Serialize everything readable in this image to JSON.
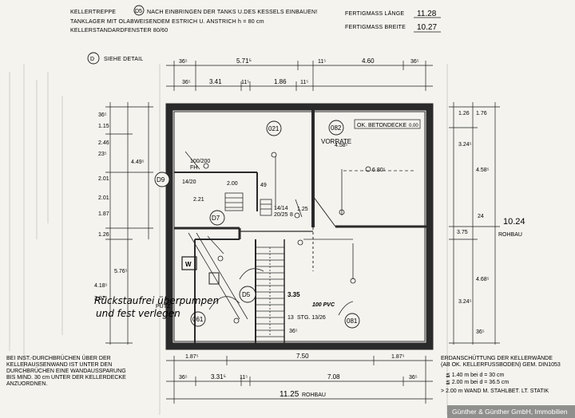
{
  "header": {
    "line1": "KELLERTREPPE",
    "line1_ref": "D5",
    "line1_rest": "NACH EINBRINGEN DER TANKS U.DES KESSELS EINBAUEN!",
    "line2": "TANKLAGER MIT OLABWEISENDEM ESTRICH U. ANSTRICH  h = 80 cm",
    "line3": "KELLERSTANDARDFENSTER  80/60",
    "fertig_laenge_label": "FERTIGMASS LÄNGE",
    "fertig_laenge_value": "11.28",
    "fertig_breite_label": "FERTIGMASS BREITE",
    "fertig_breite_value": "10.27",
    "detail_ref": "D",
    "detail_label": "SIEHE DETAIL"
  },
  "top_dims": {
    "row1": [
      "36⁵",
      "5.71⁵",
      "11⁵",
      "4.60",
      "36⁵"
    ],
    "row2": [
      "36⁵",
      "3.41",
      "11⁵",
      "1.86",
      "11⁵"
    ]
  },
  "rooms": {
    "r021": "021",
    "r082": "082",
    "vorrate": "VORRATE",
    "ok_betondecke": "OK. BETONDECKE",
    "ok_value": "0.00",
    "r061": "061",
    "r081": "081",
    "d5": "D5",
    "d7": "D7",
    "d9": "D9"
  },
  "interior_labels": {
    "a458": "4.58⁵",
    "b680": "6.80⁵",
    "c1": "100/200",
    "fh": "FH",
    "s1420": "14/20",
    "d221": "2.21",
    "d49": "49",
    "d200": "2.00",
    "stairs_a": "14/14",
    "stairs_b": "20/25",
    "d125": "1.25",
    "d8": "8",
    "d335": "3.35",
    "pvc": "100 PVC",
    "stg": "STG. 13/26",
    "d13": "13",
    "d365": "36⁵",
    "putz": "PUTZ"
  },
  "handwriting": {
    "line1": "Rückstaufrei überpumpen",
    "line2": "und fest verlegen"
  },
  "left_dims": [
    "36⁵",
    "1.15",
    "2.46",
    "23⁵",
    "2.01",
    "2.01",
    "1.87",
    "1.26",
    "5.76⁵",
    "4.18⁵",
    "3.97⁵",
    "4.49⁵"
  ],
  "right_dims": [
    "3.24⁵",
    "4.58⁵",
    "24",
    "3.75",
    "4.68⁵",
    "3.24⁵",
    "36⁵",
    "1.76",
    "1.26"
  ],
  "total_right": {
    "value": "10.24",
    "label": "ROHBAU"
  },
  "bottom_dims": {
    "row1": [
      "1.87⁵",
      "7.50",
      "1.87⁵"
    ],
    "row2": [
      "36⁵",
      "3.31⁵",
      "11⁵",
      "7.08",
      "36⁵"
    ],
    "total": "11.25",
    "total_label": "ROHBAU"
  },
  "bottom_left_note": [
    "BEI INST.-DURCHBRÜCHEN ÜBER DER",
    "KELLERAUSSENWAND IST UNTER DEN",
    "DURCHBRÜCHEN EINE WANDAUSSPARUNG",
    "BIS MIND. 30 cm UNTER DER KELLERDECKE",
    "ANZUORDNEN."
  ],
  "bottom_right_note": [
    "ERDANSCHÜTTUNG DER KELLERWÄNDE",
    "(AB OK. KELLERFUSSBODEN) GEM. DIN1053",
    "≦ 1.40 m bei d = 30 cm",
    "≦ 2.00 m bei d = 36.5 cm",
    "> 2.00 m WAND M. STAHLBET. LT. STATIK"
  ],
  "watermark": "Günther & Günther GmbH, Immobilien",
  "colors": {
    "paper": "#f4f3ee",
    "ink": "#1b1b1b",
    "wall": "#2a2a2a",
    "watermark_bg": "#7d7d7d"
  }
}
